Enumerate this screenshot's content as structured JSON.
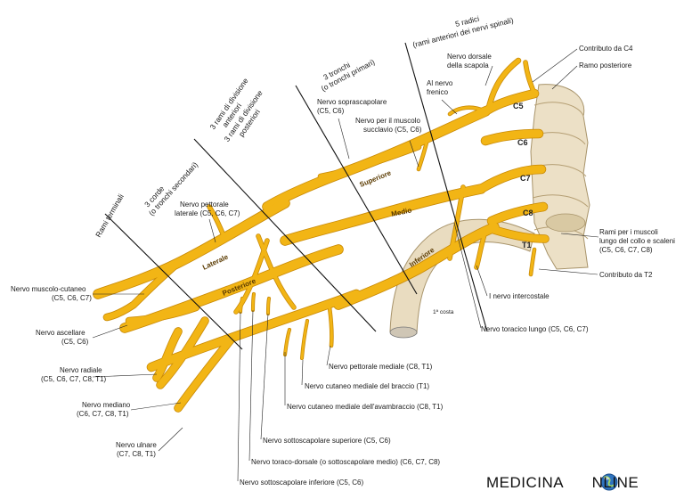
{
  "zones": {
    "rami_terminali": "Rami terminali",
    "corde_1": "3 corde",
    "corde_2": "(o tronchi secondari)",
    "rami_div_1": "3 rami di divisione",
    "rami_div_2": "anteriori",
    "rami_div_3": "3 rami di divisione",
    "rami_div_4": "posteriori",
    "tronchi_1": "3 tronchi",
    "tronchi_2": "(o tronchi primari)",
    "radici_1": "5 radici",
    "radici_2": "(rami anteriori dei nervi spinali)"
  },
  "trunks": {
    "superiore": "Superiore",
    "medio": "Medio",
    "inferiore": "Inferiore"
  },
  "cords": {
    "laterale": "Laterale",
    "posteriore": "Posteriore"
  },
  "roots": {
    "c5": "C5",
    "c6": "C6",
    "c7": "C7",
    "c8": "C8",
    "t1": "T1"
  },
  "labels": {
    "contributo_c4": "Contributo da C4",
    "ramo_posteriore": "Ramo posteriore",
    "dorsale_scapola_1": "Nervo dorsale",
    "dorsale_scapola_2": "della scapola",
    "frenico_1": "Al nervo",
    "frenico_2": "frenico",
    "soprascapolare_1": "Nervo soprascapolare",
    "soprascapolare_2": "(C5, C6)",
    "succlavio_1": "Nervo per il muscolo",
    "succlavio_2": "succlavio (C5, C6)",
    "pettorale_lat_1": "Nervo pettorale",
    "pettorale_lat_2": "laterale (C5, C6, C7)",
    "muscolo_cutaneo_1": "Nervo muscolo-cutaneo",
    "muscolo_cutaneo_2": "(C5, C6, C7)",
    "ascellare_1": "Nervo ascellare",
    "ascellare_2": "(C5, C6)",
    "radiale_1": "Nervo radiale",
    "radiale_2": "(C5, C6, C7, C8, T1)",
    "mediano_1": "Nervo mediano",
    "mediano_2": "(C6, C7, C8, T1)",
    "ulnare_1": "Nervo ulnare",
    "ulnare_2": "(C7, C8, T1)",
    "rami_muscoli_1": "Rami per i muscoli",
    "rami_muscoli_2": "lungo del collo e scaleni",
    "rami_muscoli_3": "(C5, C6, C7, C8)",
    "contributo_t2": "Contributo da T2",
    "intercostale": "I nervo intercostale",
    "toracico_lungo": "Nervo toracico lungo (C5, C6, C7)",
    "costa": "1ª costa",
    "pettorale_med": "Nervo pettorale mediale (C8, T1)",
    "cutaneo_braccio": "Nervo cutaneo mediale del braccio (T1)",
    "cutaneo_avambraccio": "Nervo cutaneo mediale dell'avambraccio (C8, T1)",
    "sottoscap_sup": "Nervo sottoscapolare superiore (C5, C6)",
    "toraco_dorsale": "Nervo toraco-dorsale (o sottoscapolare medio) (C6, C7, C8)",
    "sottoscap_inf": "Nervo sottoscapolare inferiore (C5, C6)"
  },
  "brand": {
    "left": "MEDICINA",
    "right": "NLINE"
  },
  "colors": {
    "nerve": "#f2b515",
    "nerve_edge": "#c98a06",
    "bone": "#e9dcc0"
  }
}
